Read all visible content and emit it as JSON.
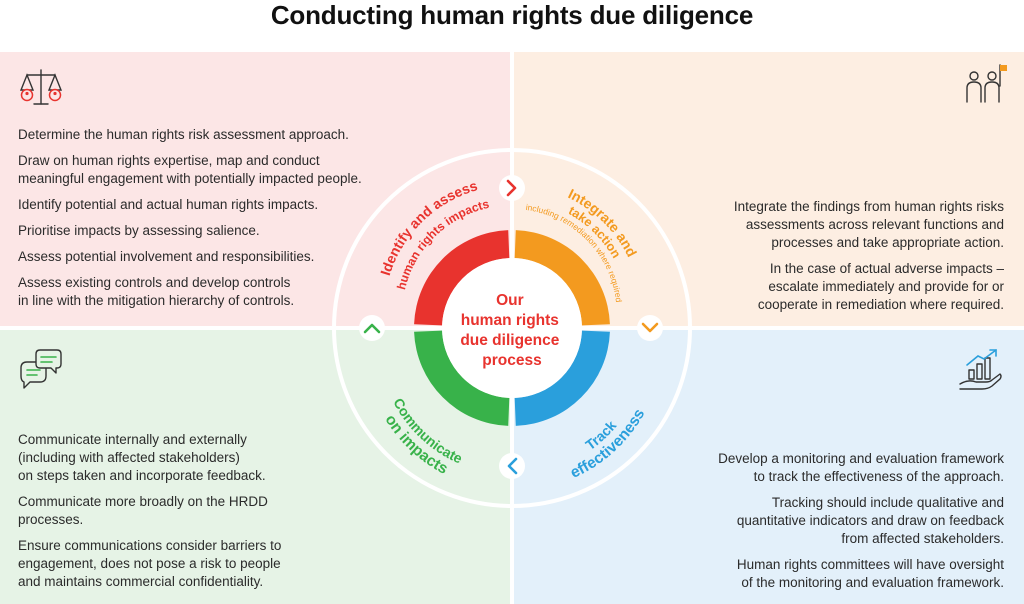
{
  "title": "Conducting human rights due diligence",
  "center": {
    "lines": [
      "Our",
      "human rights",
      "due diligence",
      "process"
    ]
  },
  "phases": {
    "identify": {
      "line1": "Identify and assess",
      "line2": "human rights impacts"
    },
    "integrate": {
      "line1": "Integrate and",
      "line2": "take action",
      "note": "(including remediation where required)"
    },
    "track": {
      "line1": "Track",
      "line2": "effectiveness"
    },
    "communicate": {
      "line1": "Communicate",
      "line2": "on impacts"
    }
  },
  "quadrants": {
    "top_left": {
      "icon": "scales-icon",
      "paragraphs": [
        "Determine the human rights risk assessment approach.",
        "Draw on human rights expertise, map and conduct\nmeaningful engagement with potentially impacted people.",
        "Identify potential and actual human rights impacts.",
        "Prioritise impacts by assessing salience.",
        "Assess potential involvement and responsibilities.",
        "Assess existing controls and develop controls\nin line with the mitigation hierarchy of controls."
      ]
    },
    "top_right": {
      "icon": "people-flag-icon",
      "paragraphs": [
        "Integrate the findings from human rights risks\nassessments across relevant functions and\nprocesses and take appropriate action.",
        "In the case of actual adverse impacts –\nescalate immediately and provide for or\ncooperate in remediation where required."
      ]
    },
    "bottom_left": {
      "icon": "speech-bubbles-icon",
      "paragraphs": [
        "Communicate internally and externally\n(including with affected stakeholders)\non steps taken and incorporate feedback.",
        "Communicate more broadly on the HRDD\nprocesses.",
        "Ensure communications consider barriers to\nengagement, does not pose a risk to people\nand maintains commercial confidentiality."
      ]
    },
    "bottom_right": {
      "icon": "growth-hand-icon",
      "paragraphs": [
        "Develop a monitoring and evaluation framework\nto track the effectiveness of the approach.",
        "Tracking should include qualitative and\nquantitative indicators and draw on feedback\nfrom affected stakeholders.",
        "Human rights committees will have oversight\nof the monitoring and evaluation framework."
      ]
    }
  },
  "colors": {
    "red": "#e8332e",
    "orange": "#f39a1f",
    "blue": "#2a9fdc",
    "green": "#38b24a",
    "tl_bg": "#fce6e6",
    "tr_bg": "#fdeee2",
    "bl_bg": "#e6f3e6",
    "br_bg": "#e3f0fa"
  },
  "arrows": [
    "chevron-right-icon",
    "chevron-down-icon",
    "chevron-left-icon",
    "chevron-up-icon"
  ]
}
